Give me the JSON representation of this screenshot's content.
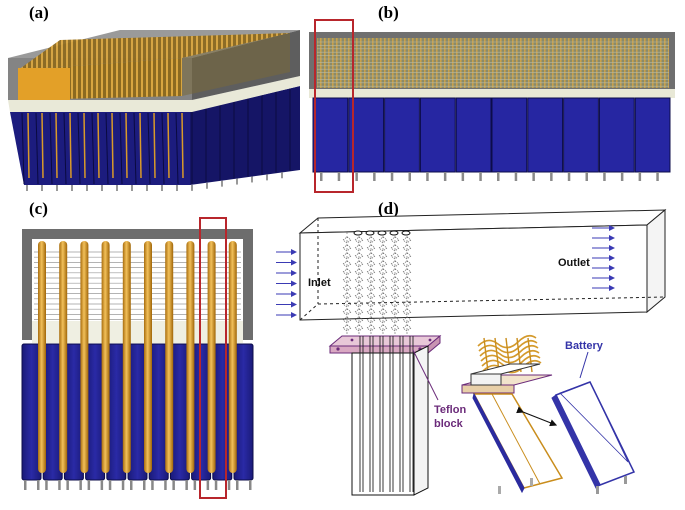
{
  "panels": {
    "a": {
      "label": "(a)"
    },
    "b": {
      "label": "(b)"
    },
    "c": {
      "label": "(c)"
    },
    "d": {
      "label": "(d)",
      "inlet_label": "Inlet",
      "outlet_label": "Outlet",
      "teflon_label_line1": "Teflon",
      "teflon_label_line2": "block",
      "battery_label": "Battery"
    }
  },
  "colors": {
    "battery_blue": "#24249a",
    "battery_dark": "#14145a",
    "heat_pipe_gold": "#c98d1c",
    "heat_pipe_light": "#f2c05a",
    "duct_gray": "#6d6d6d",
    "teflon_cream": "#efefe2",
    "highlight_red": "#b8262c",
    "arrow_blue": "#3a3ab4",
    "annotation_purple": "#6b2b7a",
    "battery_label_blue": "#3434a8"
  }
}
